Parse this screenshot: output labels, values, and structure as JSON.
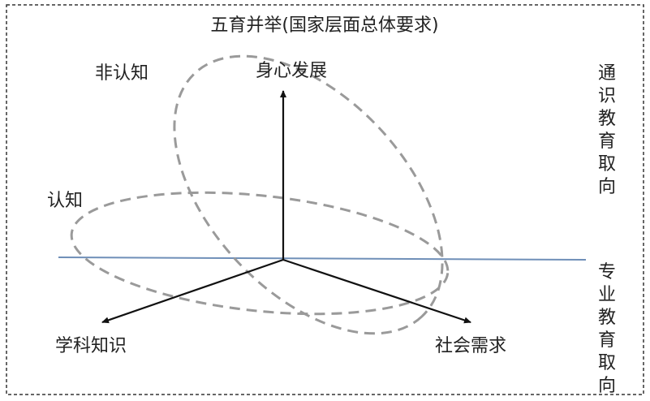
{
  "title": "五育并举(国家层面总体要求)",
  "labels": {
    "non_cognitive": "非认知",
    "physical_mental": "身心发展",
    "cognitive": "认知",
    "subject_knowledge": "学科知识",
    "social_demand": "社会需求"
  },
  "side_labels": {
    "general_education": "通识教育取向",
    "professional_education": "专业教育取向"
  },
  "colors": {
    "frame": "#333333",
    "axis": "#111111",
    "ellipse": "#9a9a9a",
    "horizon": "#6f8fb8"
  }
}
